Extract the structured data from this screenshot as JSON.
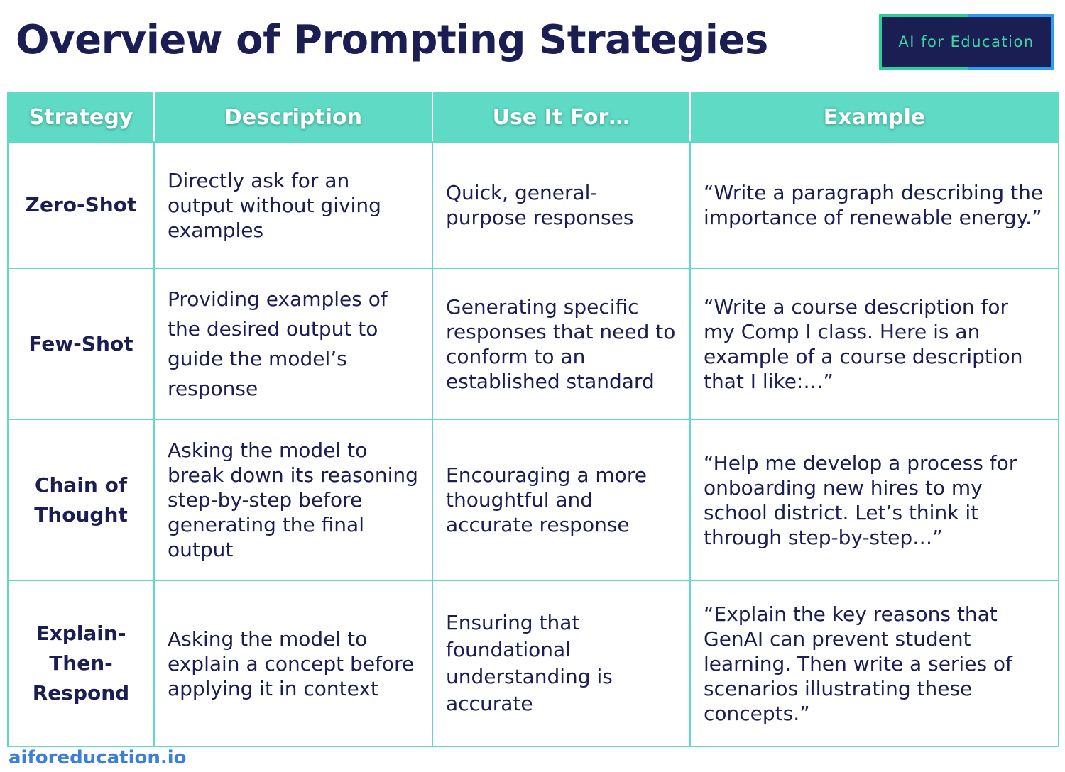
{
  "title": "Overview of Prompting Strategies",
  "logo": {
    "text": "AI for Education",
    "bg": "#1b1e52",
    "text_color": "#3ed5a6"
  },
  "table": {
    "header_bg": "#5fdbc5",
    "columns": [
      "Strategy",
      "Description",
      "Use It For…",
      "Example"
    ],
    "rows": [
      {
        "strategy": "Zero-Shot",
        "description": "Directly ask for an output without giving examples",
        "use_for": "Quick, general-purpose responses",
        "example": "“Write a paragraph describing the importance of renewable energy.”"
      },
      {
        "strategy": "Few-Shot",
        "description": "Providing examples of the desired output to guide the model’s response",
        "use_for": "Generating specific responses that need to conform to an established standard",
        "example": "“Write a course description for my Comp I class. Here is an example of a course description that I like:…”"
      },
      {
        "strategy": "Chain of Thought",
        "description": "Asking the model to break down its reasoning step-by-step before generating the final output",
        "use_for": "Encouraging a more thoughtful and accurate response",
        "example": "“Help me develop a process for onboarding new hires to my school district. Let’s think it through step-by-step…”"
      },
      {
        "strategy": "Explain-Then-Respond",
        "description": "Asking the model to explain a concept before applying it in context",
        "use_for": "Ensuring that foundational understanding is accurate",
        "example": "“Explain the key reasons that GenAI can prevent student learning. Then write a series of scenarios illustrating these concepts.”"
      }
    ]
  },
  "footer": {
    "url_text": "aiforeducation.io"
  }
}
